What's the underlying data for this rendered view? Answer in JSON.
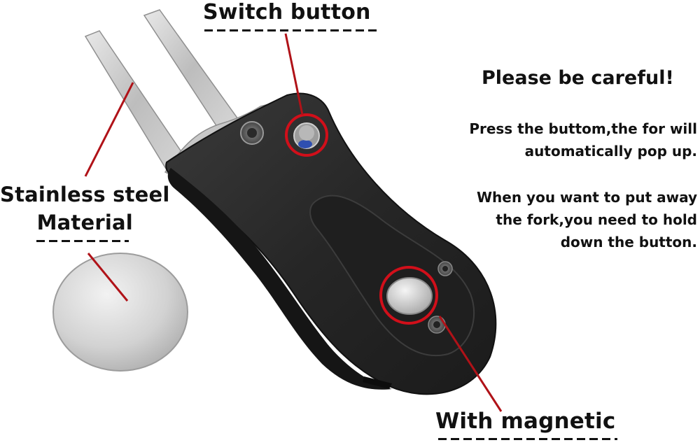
{
  "callouts": {
    "switch_button": "Switch button",
    "stainless_line1": "Stainless steel",
    "stainless_line2": "Material",
    "magnetic": "With magnetic"
  },
  "instructions": {
    "title": "Please be careful!",
    "press_line1": "Press the buttom,the for will",
    "press_line2": "automatically pop up.",
    "putaway_line1": "When you want to put away",
    "putaway_line2": "the fork,you need to hold",
    "putaway_line3": "down the button."
  },
  "colors": {
    "tool_body": "#2a2a2a",
    "steel": "#c9c9c9",
    "highlight_circle": "#d10f1a",
    "leader_line": "#b01218"
  }
}
